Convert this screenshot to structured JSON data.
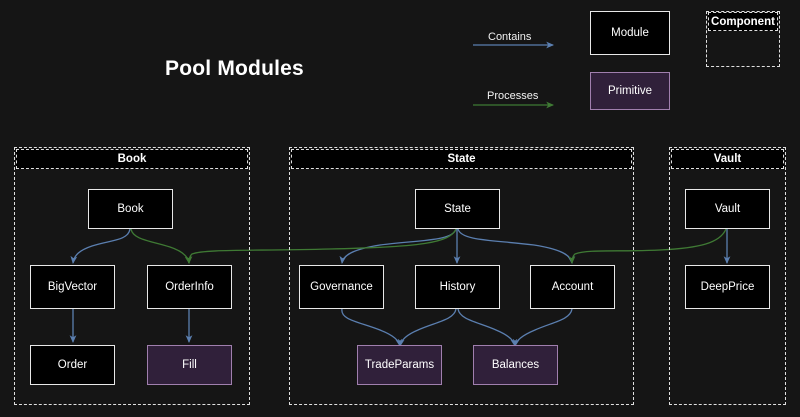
{
  "title": "Pool Modules",
  "colors": {
    "background": "#151515",
    "module_fill": "#000000",
    "module_border": "#e8e8e8",
    "primitive_fill": "#30203a",
    "primitive_border": "#a07fae",
    "contains_edge": "#5b7fb0",
    "processes_edge": "#3f7a34",
    "cluster_border": "#e0e0e0",
    "text": "#ffffff"
  },
  "legend": {
    "contains_label": "Contains",
    "processes_label": "Processes",
    "module_label": "Module",
    "primitive_label": "Primitive",
    "component_label": "Component"
  },
  "clusters": [
    {
      "id": "book",
      "label": "Book"
    },
    {
      "id": "state",
      "label": "State"
    },
    {
      "id": "vault",
      "label": "Vault"
    }
  ],
  "nodes": [
    {
      "id": "book",
      "label": "Book",
      "type": "module",
      "cluster": "book"
    },
    {
      "id": "bigvector",
      "label": "BigVector",
      "type": "module",
      "cluster": "book"
    },
    {
      "id": "orderinfo",
      "label": "OrderInfo",
      "type": "module",
      "cluster": "book"
    },
    {
      "id": "order",
      "label": "Order",
      "type": "module",
      "cluster": "book"
    },
    {
      "id": "fill",
      "label": "Fill",
      "type": "primitive",
      "cluster": "book"
    },
    {
      "id": "state",
      "label": "State",
      "type": "module",
      "cluster": "state"
    },
    {
      "id": "governance",
      "label": "Governance",
      "type": "module",
      "cluster": "state"
    },
    {
      "id": "history",
      "label": "History",
      "type": "module",
      "cluster": "state"
    },
    {
      "id": "account",
      "label": "Account",
      "type": "module",
      "cluster": "state"
    },
    {
      "id": "tradeparams",
      "label": "TradeParams",
      "type": "primitive",
      "cluster": "state"
    },
    {
      "id": "balances",
      "label": "Balances",
      "type": "primitive",
      "cluster": "state"
    },
    {
      "id": "vault",
      "label": "Vault",
      "type": "module",
      "cluster": "vault"
    },
    {
      "id": "deepprice",
      "label": "DeepPrice",
      "type": "module",
      "cluster": "vault"
    }
  ],
  "edges": [
    {
      "from": "book",
      "to": "bigvector",
      "kind": "contains"
    },
    {
      "from": "book",
      "to": "orderinfo",
      "kind": "processes"
    },
    {
      "from": "bigvector",
      "to": "order",
      "kind": "contains"
    },
    {
      "from": "orderinfo",
      "to": "fill",
      "kind": "contains"
    },
    {
      "from": "state",
      "to": "governance",
      "kind": "contains"
    },
    {
      "from": "state",
      "to": "history",
      "kind": "contains"
    },
    {
      "from": "state",
      "to": "account",
      "kind": "contains"
    },
    {
      "from": "state",
      "to": "orderinfo",
      "kind": "processes"
    },
    {
      "from": "governance",
      "to": "tradeparams",
      "kind": "contains"
    },
    {
      "from": "history",
      "to": "tradeparams",
      "kind": "contains"
    },
    {
      "from": "history",
      "to": "balances",
      "kind": "contains"
    },
    {
      "from": "account",
      "to": "balances",
      "kind": "contains"
    },
    {
      "from": "vault",
      "to": "deepprice",
      "kind": "contains"
    },
    {
      "from": "vault",
      "to": "account",
      "kind": "processes"
    }
  ]
}
